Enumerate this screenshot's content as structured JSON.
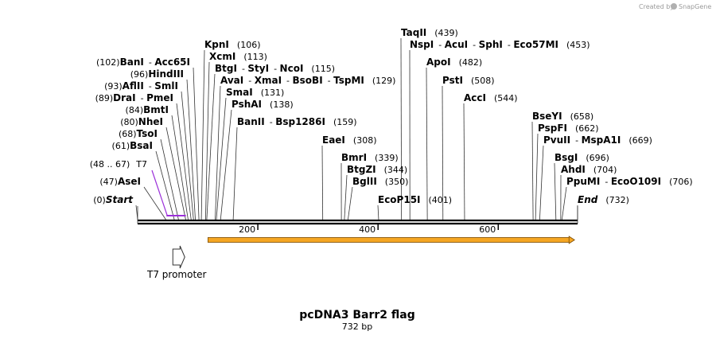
{
  "credit": "Created by",
  "brand": "SnapGene",
  "map": {
    "title": "pcDNA3 Barr2 flag",
    "length_label": "732 bp",
    "length": 732,
    "ticks": [
      {
        "pos": 200,
        "label": "200"
      },
      {
        "pos": 400,
        "label": "400"
      },
      {
        "pos": 600,
        "label": "600"
      }
    ]
  },
  "sites": [
    {
      "names": [
        "KpnI"
      ],
      "pos": 106,
      "label": "(106)",
      "italic": false
    },
    {
      "names": [
        "XcmI"
      ],
      "pos": 113,
      "label": "(113)",
      "italic": false
    },
    {
      "names": [
        "BtgI",
        "StyI",
        "NcoI"
      ],
      "pos": 115,
      "label": "(115)",
      "italic": false
    },
    {
      "names": [
        "AvaI",
        "XmaI",
        "BsoBI",
        "TspMI"
      ],
      "pos": 129,
      "label": "(129)",
      "italic": false
    },
    {
      "names": [
        "SmaI"
      ],
      "pos": 131,
      "label": "(131)",
      "italic": false
    },
    {
      "names": [
        "PshAI"
      ],
      "pos": 138,
      "label": "(138)",
      "italic": false
    },
    {
      "names": [
        "BanII",
        "Bsp1286I"
      ],
      "pos": 159,
      "label": "(159)",
      "italic": false
    },
    {
      "names": [
        "BanI",
        "Acc65I"
      ],
      "pos": 102,
      "label": "(102)",
      "italic": false
    },
    {
      "names": [
        "HindIII"
      ],
      "pos": 96,
      "label": "(96)",
      "italic": false
    },
    {
      "names": [
        "AflII",
        "SmlI"
      ],
      "pos": 93,
      "label": "(93)",
      "italic": false
    },
    {
      "names": [
        "DraI",
        "PmeI"
      ],
      "pos": 89,
      "label": "(89)",
      "italic": false
    },
    {
      "names": [
        "BmtI"
      ],
      "pos": 84,
      "label": "(84)",
      "italic": false
    },
    {
      "names": [
        "NheI"
      ],
      "pos": 80,
      "label": "(80)",
      "italic": false
    },
    {
      "names": [
        "TsoI"
      ],
      "pos": 68,
      "label": "(68)",
      "italic": false
    },
    {
      "names": [
        "BsaI"
      ],
      "pos": 61,
      "label": "(61)",
      "italic": false
    },
    {
      "names": [
        "AseI"
      ],
      "pos": 47,
      "label": "(47)",
      "italic": false
    },
    {
      "names": [
        "Start"
      ],
      "pos": 0,
      "label": "(0)",
      "italic": true
    },
    {
      "names": [
        "TaqII"
      ],
      "pos": 439,
      "label": "(439)",
      "italic": false
    },
    {
      "names": [
        "NspI",
        "AcuI",
        "SphI",
        "Eco57MI"
      ],
      "pos": 453,
      "label": "(453)",
      "italic": false
    },
    {
      "names": [
        "ApoI"
      ],
      "pos": 482,
      "label": "(482)",
      "italic": false
    },
    {
      "names": [
        "PstI"
      ],
      "pos": 508,
      "label": "(508)",
      "italic": false
    },
    {
      "names": [
        "AccI"
      ],
      "pos": 544,
      "label": "(544)",
      "italic": false
    },
    {
      "names": [
        "EaeI"
      ],
      "pos": 308,
      "label": "(308)",
      "italic": false
    },
    {
      "names": [
        "BmrI"
      ],
      "pos": 339,
      "label": "(339)",
      "italic": false
    },
    {
      "names": [
        "BtgZI"
      ],
      "pos": 344,
      "label": "(344)",
      "italic": false
    },
    {
      "names": [
        "BglII"
      ],
      "pos": 350,
      "label": "(350)",
      "italic": false
    },
    {
      "names": [
        "EcoP15I"
      ],
      "pos": 401,
      "label": "(401)",
      "italic": false
    },
    {
      "names": [
        "BseYI"
      ],
      "pos": 658,
      "label": "(658)",
      "italic": false
    },
    {
      "names": [
        "PspFI"
      ],
      "pos": 662,
      "label": "(662)",
      "italic": false
    },
    {
      "names": [
        "PvuII",
        "MspA1I"
      ],
      "pos": 669,
      "label": "(669)",
      "italic": false
    },
    {
      "names": [
        "BsgI"
      ],
      "pos": 696,
      "label": "(696)",
      "italic": false
    },
    {
      "names": [
        "AhdI"
      ],
      "pos": 704,
      "label": "(704)",
      "italic": false
    },
    {
      "names": [
        "PpuMI",
        "EcoO109I"
      ],
      "pos": 706,
      "label": "(706)",
      "italic": false
    },
    {
      "names": [
        "End"
      ],
      "pos": 732,
      "label": "(732)",
      "italic": true
    }
  ],
  "primer": {
    "name": "T7",
    "range": "(48 .. 67)",
    "start": 48,
    "end": 67,
    "color": "#9b30d9"
  },
  "features": [
    {
      "name": "T7 promoter",
      "start": 48,
      "end": 67,
      "direction": "forward",
      "icon": "open-arrow-icon"
    },
    {
      "name": "",
      "start": 117,
      "end": 727,
      "direction": "forward",
      "color": "#f5a623",
      "icon": "orf-arrow-icon"
    }
  ]
}
